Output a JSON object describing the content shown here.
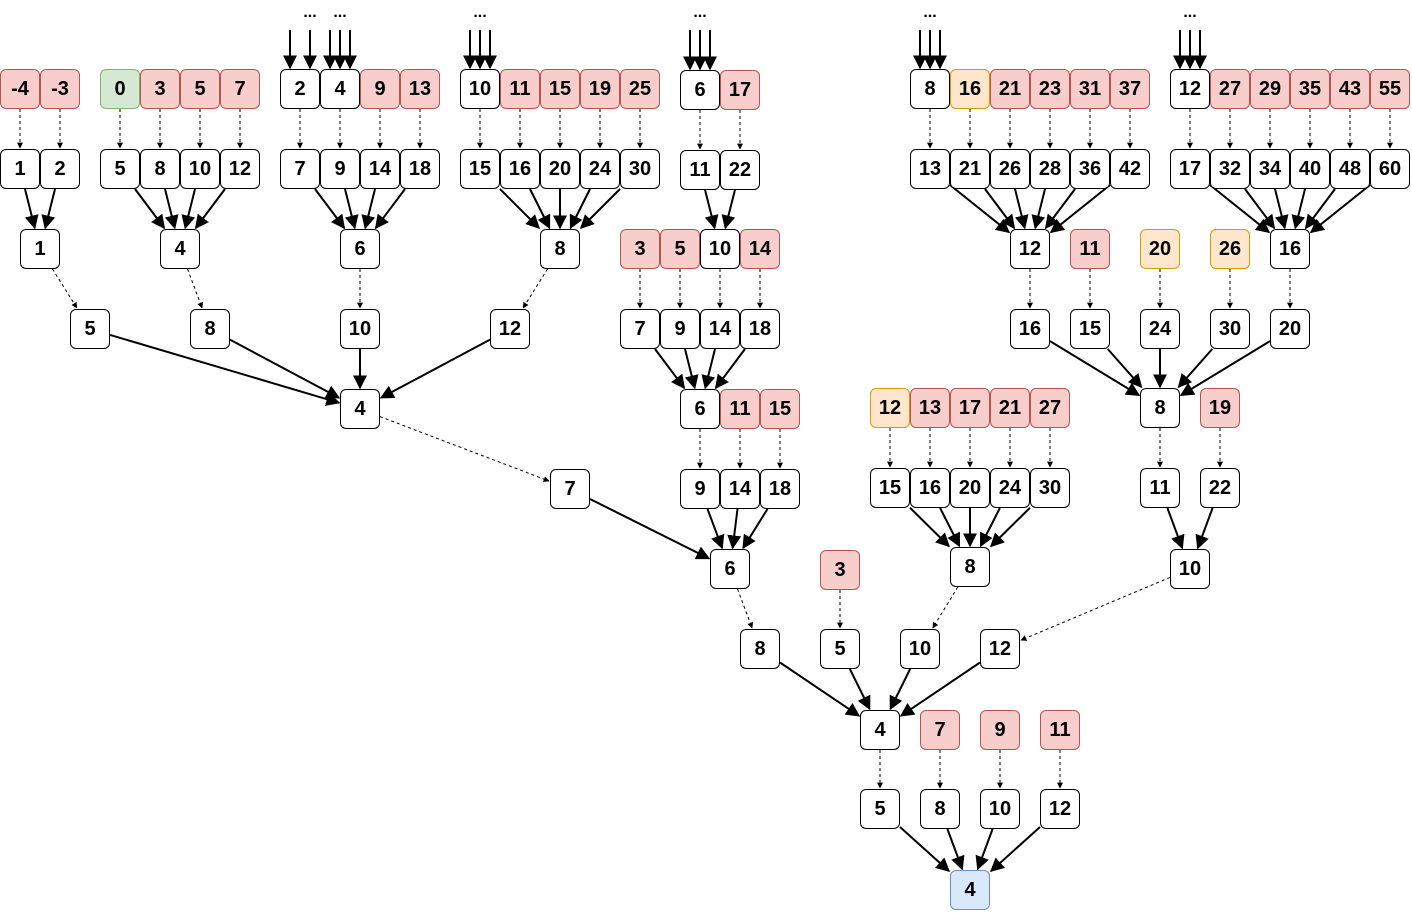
{
  "diagram": {
    "colors": {
      "plain_fill": "#ffffff",
      "plain_stroke": "#000000",
      "red_fill": "#f8cecc",
      "red_stroke": "#b85450",
      "green_fill": "#d5e8d4",
      "green_stroke": "#82b366",
      "orange_fill": "#ffe6cc",
      "orange_stroke": "#d79b00",
      "blue_fill": "#dae8fc",
      "blue_stroke": "#6c8ebf"
    },
    "ellipsis": "...",
    "nodes": {
      "a1": {
        "label": "-4",
        "style": "red"
      },
      "a2": {
        "label": "-3",
        "style": "red"
      },
      "b1": {
        "label": "1",
        "style": "plain"
      },
      "b2": {
        "label": "2",
        "style": "plain"
      },
      "c1": {
        "label": "1",
        "style": "plain"
      },
      "d1": {
        "label": "0",
        "style": "green"
      },
      "d2": {
        "label": "3",
        "style": "red"
      },
      "d3": {
        "label": "5",
        "style": "red"
      },
      "d4": {
        "label": "7",
        "style": "red"
      },
      "e1": {
        "label": "5",
        "style": "plain"
      },
      "e2": {
        "label": "8",
        "style": "plain"
      },
      "e3": {
        "label": "10",
        "style": "plain"
      },
      "e4": {
        "label": "12",
        "style": "plain"
      },
      "f1": {
        "label": "4",
        "style": "plain"
      },
      "g1": {
        "label": "2",
        "style": "plain"
      },
      "g2": {
        "label": "4",
        "style": "plain"
      },
      "g3": {
        "label": "9",
        "style": "red"
      },
      "g4": {
        "label": "13",
        "style": "red"
      },
      "h1": {
        "label": "7",
        "style": "plain"
      },
      "h2": {
        "label": "9",
        "style": "plain"
      },
      "h3": {
        "label": "14",
        "style": "plain"
      },
      "h4": {
        "label": "18",
        "style": "plain"
      },
      "i1": {
        "label": "6",
        "style": "plain"
      },
      "j1": {
        "label": "10",
        "style": "plain"
      },
      "j2": {
        "label": "11",
        "style": "red"
      },
      "j3": {
        "label": "15",
        "style": "red"
      },
      "j4": {
        "label": "19",
        "style": "red"
      },
      "j5": {
        "label": "25",
        "style": "red"
      },
      "k1": {
        "label": "15",
        "style": "plain"
      },
      "k2": {
        "label": "16",
        "style": "plain"
      },
      "k3": {
        "label": "20",
        "style": "plain"
      },
      "k4": {
        "label": "24",
        "style": "plain"
      },
      "k5": {
        "label": "30",
        "style": "plain"
      },
      "l1": {
        "label": "8",
        "style": "plain"
      },
      "m1": {
        "label": "5",
        "style": "plain"
      },
      "m2": {
        "label": "8",
        "style": "plain"
      },
      "m3": {
        "label": "10",
        "style": "plain"
      },
      "m4": {
        "label": "12",
        "style": "plain"
      },
      "n1": {
        "label": "4",
        "style": "plain"
      },
      "o1": {
        "label": "6",
        "style": "plain"
      },
      "o2": {
        "label": "17",
        "style": "red"
      },
      "p1": {
        "label": "11",
        "style": "plain"
      },
      "p2": {
        "label": "22",
        "style": "plain"
      },
      "q1": {
        "label": "3",
        "style": "red"
      },
      "q2": {
        "label": "5",
        "style": "red"
      },
      "q3": {
        "label": "10",
        "style": "plain"
      },
      "q4": {
        "label": "14",
        "style": "red"
      },
      "r1": {
        "label": "7",
        "style": "plain"
      },
      "r2": {
        "label": "9",
        "style": "plain"
      },
      "r3": {
        "label": "14",
        "style": "plain"
      },
      "r4": {
        "label": "18",
        "style": "plain"
      },
      "s1": {
        "label": "6",
        "style": "plain"
      },
      "s2": {
        "label": "11",
        "style": "red"
      },
      "s3": {
        "label": "15",
        "style": "red"
      },
      "t1": {
        "label": "9",
        "style": "plain"
      },
      "t2": {
        "label": "14",
        "style": "plain"
      },
      "t3": {
        "label": "18",
        "style": "plain"
      },
      "u1": {
        "label": "7",
        "style": "plain"
      },
      "v1": {
        "label": "6",
        "style": "plain"
      },
      "w1": {
        "label": "8",
        "style": "plain"
      },
      "w2": {
        "label": "16",
        "style": "orange"
      },
      "w3": {
        "label": "21",
        "style": "red"
      },
      "w4": {
        "label": "23",
        "style": "red"
      },
      "w5": {
        "label": "31",
        "style": "red"
      },
      "w6": {
        "label": "37",
        "style": "red"
      },
      "x1": {
        "label": "13",
        "style": "plain"
      },
      "x2": {
        "label": "21",
        "style": "plain"
      },
      "x3": {
        "label": "26",
        "style": "plain"
      },
      "x4": {
        "label": "28",
        "style": "plain"
      },
      "x5": {
        "label": "36",
        "style": "plain"
      },
      "x6": {
        "label": "42",
        "style": "plain"
      },
      "y1": {
        "label": "12",
        "style": "plain"
      },
      "y2": {
        "label": "27",
        "style": "red"
      },
      "y3": {
        "label": "29",
        "style": "red"
      },
      "y4": {
        "label": "35",
        "style": "red"
      },
      "y5": {
        "label": "43",
        "style": "red"
      },
      "y6": {
        "label": "55",
        "style": "red"
      },
      "z1": {
        "label": "17",
        "style": "plain"
      },
      "z2": {
        "label": "32",
        "style": "plain"
      },
      "z3": {
        "label": "34",
        "style": "plain"
      },
      "z4": {
        "label": "40",
        "style": "plain"
      },
      "z5": {
        "label": "48",
        "style": "plain"
      },
      "z6": {
        "label": "60",
        "style": "plain"
      },
      "aa1": {
        "label": "12",
        "style": "plain"
      },
      "aa2": {
        "label": "11",
        "style": "red"
      },
      "aa3": {
        "label": "20",
        "style": "orange"
      },
      "aa4": {
        "label": "26",
        "style": "orange"
      },
      "aa5": {
        "label": "16",
        "style": "plain"
      },
      "bb1": {
        "label": "16",
        "style": "plain"
      },
      "bb2": {
        "label": "15",
        "style": "plain"
      },
      "bb3": {
        "label": "24",
        "style": "plain"
      },
      "bb4": {
        "label": "30",
        "style": "plain"
      },
      "bb5": {
        "label": "20",
        "style": "plain"
      },
      "cc1": {
        "label": "8",
        "style": "plain"
      },
      "cc2": {
        "label": "19",
        "style": "red"
      },
      "dd1": {
        "label": "11",
        "style": "plain"
      },
      "dd2": {
        "label": "22",
        "style": "plain"
      },
      "ee1": {
        "label": "10",
        "style": "plain"
      },
      "ff1": {
        "label": "12",
        "style": "orange"
      },
      "ff2": {
        "label": "13",
        "style": "red"
      },
      "ff3": {
        "label": "17",
        "style": "red"
      },
      "ff4": {
        "label": "21",
        "style": "red"
      },
      "ff5": {
        "label": "27",
        "style": "red"
      },
      "gg1": {
        "label": "15",
        "style": "plain"
      },
      "gg2": {
        "label": "16",
        "style": "plain"
      },
      "gg3": {
        "label": "20",
        "style": "plain"
      },
      "gg4": {
        "label": "24",
        "style": "plain"
      },
      "gg5": {
        "label": "30",
        "style": "plain"
      },
      "hh1": {
        "label": "8",
        "style": "plain"
      },
      "ii1": {
        "label": "3",
        "style": "red"
      },
      "jj1": {
        "label": "8",
        "style": "plain"
      },
      "jj2": {
        "label": "5",
        "style": "plain"
      },
      "jj3": {
        "label": "10",
        "style": "plain"
      },
      "jj4": {
        "label": "12",
        "style": "plain"
      },
      "kk1": {
        "label": "4",
        "style": "plain"
      },
      "kk2": {
        "label": "7",
        "style": "red"
      },
      "kk3": {
        "label": "9",
        "style": "red"
      },
      "kk4": {
        "label": "11",
        "style": "red"
      },
      "ll1": {
        "label": "5",
        "style": "plain"
      },
      "ll2": {
        "label": "8",
        "style": "plain"
      },
      "ll3": {
        "label": "10",
        "style": "plain"
      },
      "ll4": {
        "label": "12",
        "style": "plain"
      },
      "root": {
        "label": "4",
        "style": "blue"
      }
    },
    "edges": [
      {
        "from": "a1",
        "to": "b1",
        "kind": "dashed"
      },
      {
        "from": "a2",
        "to": "b2",
        "kind": "dashed"
      },
      {
        "from": "b1",
        "to": "c1",
        "kind": "solid"
      },
      {
        "from": "b2",
        "to": "c1",
        "kind": "solid"
      },
      {
        "from": "c1",
        "to": "m1",
        "kind": "dashed"
      },
      {
        "from": "d1",
        "to": "e1",
        "kind": "dashed"
      },
      {
        "from": "d2",
        "to": "e2",
        "kind": "dashed"
      },
      {
        "from": "d3",
        "to": "e3",
        "kind": "dashed"
      },
      {
        "from": "d4",
        "to": "e4",
        "kind": "dashed"
      },
      {
        "from": "e1",
        "to": "f1",
        "kind": "solid"
      },
      {
        "from": "e2",
        "to": "f1",
        "kind": "solid"
      },
      {
        "from": "e3",
        "to": "f1",
        "kind": "solid"
      },
      {
        "from": "e4",
        "to": "f1",
        "kind": "solid"
      },
      {
        "from": "f1",
        "to": "m2",
        "kind": "dashed"
      },
      {
        "from": "g1",
        "to": "h1",
        "kind": "dashed"
      },
      {
        "from": "g2",
        "to": "h2",
        "kind": "dashed"
      },
      {
        "from": "g3",
        "to": "h3",
        "kind": "dashed"
      },
      {
        "from": "g4",
        "to": "h4",
        "kind": "dashed"
      },
      {
        "from": "h1",
        "to": "i1",
        "kind": "solid"
      },
      {
        "from": "h2",
        "to": "i1",
        "kind": "solid"
      },
      {
        "from": "h3",
        "to": "i1",
        "kind": "solid"
      },
      {
        "from": "h4",
        "to": "i1",
        "kind": "solid"
      },
      {
        "from": "i1",
        "to": "m3",
        "kind": "dashed"
      },
      {
        "from": "j1",
        "to": "k1",
        "kind": "dashed"
      },
      {
        "from": "j2",
        "to": "k2",
        "kind": "dashed"
      },
      {
        "from": "j3",
        "to": "k3",
        "kind": "dashed"
      },
      {
        "from": "j4",
        "to": "k4",
        "kind": "dashed"
      },
      {
        "from": "j5",
        "to": "k5",
        "kind": "dashed"
      },
      {
        "from": "k1",
        "to": "l1",
        "kind": "solid"
      },
      {
        "from": "k2",
        "to": "l1",
        "kind": "solid"
      },
      {
        "from": "k3",
        "to": "l1",
        "kind": "solid"
      },
      {
        "from": "k4",
        "to": "l1",
        "kind": "solid"
      },
      {
        "from": "k5",
        "to": "l1",
        "kind": "solid"
      },
      {
        "from": "l1",
        "to": "m4",
        "kind": "dashed"
      },
      {
        "from": "m1",
        "to": "n1",
        "kind": "solid"
      },
      {
        "from": "m2",
        "to": "n1",
        "kind": "solid"
      },
      {
        "from": "m3",
        "to": "n1",
        "kind": "solid"
      },
      {
        "from": "m4",
        "to": "n1",
        "kind": "solid"
      },
      {
        "from": "n1",
        "to": "u1",
        "kind": "dashed"
      },
      {
        "from": "o1",
        "to": "p1",
        "kind": "dashed"
      },
      {
        "from": "o2",
        "to": "p2",
        "kind": "dashed"
      },
      {
        "from": "p1",
        "to": "q3",
        "kind": "solid"
      },
      {
        "from": "p2",
        "to": "q3",
        "kind": "solid"
      },
      {
        "from": "q1",
        "to": "r1",
        "kind": "dashed"
      },
      {
        "from": "q2",
        "to": "r2",
        "kind": "dashed"
      },
      {
        "from": "q3",
        "to": "r3",
        "kind": "dashed"
      },
      {
        "from": "q4",
        "to": "r4",
        "kind": "dashed"
      },
      {
        "from": "r1",
        "to": "s1",
        "kind": "solid"
      },
      {
        "from": "r2",
        "to": "s1",
        "kind": "solid"
      },
      {
        "from": "r3",
        "to": "s1",
        "kind": "solid"
      },
      {
        "from": "r4",
        "to": "s1",
        "kind": "solid"
      },
      {
        "from": "s1",
        "to": "t1",
        "kind": "dashed"
      },
      {
        "from": "s2",
        "to": "t2",
        "kind": "dashed"
      },
      {
        "from": "s3",
        "to": "t3",
        "kind": "dashed"
      },
      {
        "from": "t1",
        "to": "v1",
        "kind": "solid"
      },
      {
        "from": "t2",
        "to": "v1",
        "kind": "solid"
      },
      {
        "from": "t3",
        "to": "v1",
        "kind": "solid"
      },
      {
        "from": "u1",
        "to": "v1",
        "kind": "solid"
      },
      {
        "from": "v1",
        "to": "jj1",
        "kind": "dashed"
      },
      {
        "from": "w1",
        "to": "x1",
        "kind": "dashed"
      },
      {
        "from": "w2",
        "to": "x2",
        "kind": "dashed"
      },
      {
        "from": "w3",
        "to": "x3",
        "kind": "dashed"
      },
      {
        "from": "w4",
        "to": "x4",
        "kind": "dashed"
      },
      {
        "from": "w5",
        "to": "x5",
        "kind": "dashed"
      },
      {
        "from": "w6",
        "to": "x6",
        "kind": "dashed"
      },
      {
        "from": "x1",
        "to": "aa1",
        "kind": "solid"
      },
      {
        "from": "x2",
        "to": "aa1",
        "kind": "solid"
      },
      {
        "from": "x3",
        "to": "aa1",
        "kind": "solid"
      },
      {
        "from": "x4",
        "to": "aa1",
        "kind": "solid"
      },
      {
        "from": "x5",
        "to": "aa1",
        "kind": "solid"
      },
      {
        "from": "x6",
        "to": "aa1",
        "kind": "solid"
      },
      {
        "from": "y1",
        "to": "z1",
        "kind": "dashed"
      },
      {
        "from": "y2",
        "to": "z2",
        "kind": "dashed"
      },
      {
        "from": "y3",
        "to": "z3",
        "kind": "dashed"
      },
      {
        "from": "y4",
        "to": "z4",
        "kind": "dashed"
      },
      {
        "from": "y5",
        "to": "z5",
        "kind": "dashed"
      },
      {
        "from": "y6",
        "to": "z6",
        "kind": "dashed"
      },
      {
        "from": "z1",
        "to": "aa5",
        "kind": "solid"
      },
      {
        "from": "z2",
        "to": "aa5",
        "kind": "solid"
      },
      {
        "from": "z3",
        "to": "aa5",
        "kind": "solid"
      },
      {
        "from": "z4",
        "to": "aa5",
        "kind": "solid"
      },
      {
        "from": "z5",
        "to": "aa5",
        "kind": "solid"
      },
      {
        "from": "z6",
        "to": "aa5",
        "kind": "solid"
      },
      {
        "from": "aa1",
        "to": "bb1",
        "kind": "dashed"
      },
      {
        "from": "aa2",
        "to": "bb2",
        "kind": "dashed"
      },
      {
        "from": "aa3",
        "to": "bb3",
        "kind": "dashed"
      },
      {
        "from": "aa4",
        "to": "bb4",
        "kind": "dashed"
      },
      {
        "from": "aa5",
        "to": "bb5",
        "kind": "dashed"
      },
      {
        "from": "bb1",
        "to": "cc1",
        "kind": "solid"
      },
      {
        "from": "bb2",
        "to": "cc1",
        "kind": "solid"
      },
      {
        "from": "bb3",
        "to": "cc1",
        "kind": "solid"
      },
      {
        "from": "bb4",
        "to": "cc1",
        "kind": "solid"
      },
      {
        "from": "bb5",
        "to": "cc1",
        "kind": "solid"
      },
      {
        "from": "cc1",
        "to": "dd1",
        "kind": "dashed"
      },
      {
        "from": "cc2",
        "to": "dd2",
        "kind": "dashed"
      },
      {
        "from": "dd1",
        "to": "ee1",
        "kind": "solid"
      },
      {
        "from": "dd2",
        "to": "ee1",
        "kind": "solid"
      },
      {
        "from": "ee1",
        "to": "jj4",
        "kind": "dashed"
      },
      {
        "from": "ff1",
        "to": "gg1",
        "kind": "dashed"
      },
      {
        "from": "ff2",
        "to": "gg2",
        "kind": "dashed"
      },
      {
        "from": "ff3",
        "to": "gg3",
        "kind": "dashed"
      },
      {
        "from": "ff4",
        "to": "gg4",
        "kind": "dashed"
      },
      {
        "from": "ff5",
        "to": "gg5",
        "kind": "dashed"
      },
      {
        "from": "gg1",
        "to": "hh1",
        "kind": "solid"
      },
      {
        "from": "gg2",
        "to": "hh1",
        "kind": "solid"
      },
      {
        "from": "gg3",
        "to": "hh1",
        "kind": "solid"
      },
      {
        "from": "gg4",
        "to": "hh1",
        "kind": "solid"
      },
      {
        "from": "gg5",
        "to": "hh1",
        "kind": "solid"
      },
      {
        "from": "hh1",
        "to": "jj3",
        "kind": "dashed"
      },
      {
        "from": "ii1",
        "to": "jj2",
        "kind": "dashed"
      },
      {
        "from": "jj1",
        "to": "kk1",
        "kind": "solid"
      },
      {
        "from": "jj2",
        "to": "kk1",
        "kind": "solid"
      },
      {
        "from": "jj3",
        "to": "kk1",
        "kind": "solid"
      },
      {
        "from": "jj4",
        "to": "kk1",
        "kind": "solid"
      },
      {
        "from": "kk1",
        "to": "ll1",
        "kind": "dashed"
      },
      {
        "from": "kk2",
        "to": "ll2",
        "kind": "dashed"
      },
      {
        "from": "kk3",
        "to": "ll3",
        "kind": "dashed"
      },
      {
        "from": "kk4",
        "to": "ll4",
        "kind": "dashed"
      },
      {
        "from": "ll1",
        "to": "root",
        "kind": "solid"
      },
      {
        "from": "ll2",
        "to": "root",
        "kind": "solid"
      },
      {
        "from": "ll3",
        "to": "root",
        "kind": "solid"
      },
      {
        "from": "ll4",
        "to": "root",
        "kind": "solid"
      }
    ],
    "input_arrows": [
      {
        "id": "g1",
        "count": 1,
        "ellipsis": false
      },
      {
        "id": "g1",
        "count": 1,
        "ellipsis": true,
        "offset": 10
      },
      {
        "id": "g2",
        "count": 3,
        "ellipsis": true
      },
      {
        "id": "j1",
        "count": 3,
        "ellipsis": true
      },
      {
        "id": "o1",
        "count": 3,
        "ellipsis": true
      },
      {
        "id": "w1",
        "count": 3,
        "ellipsis": true
      },
      {
        "id": "y1",
        "count": 3,
        "ellipsis": true
      }
    ]
  }
}
